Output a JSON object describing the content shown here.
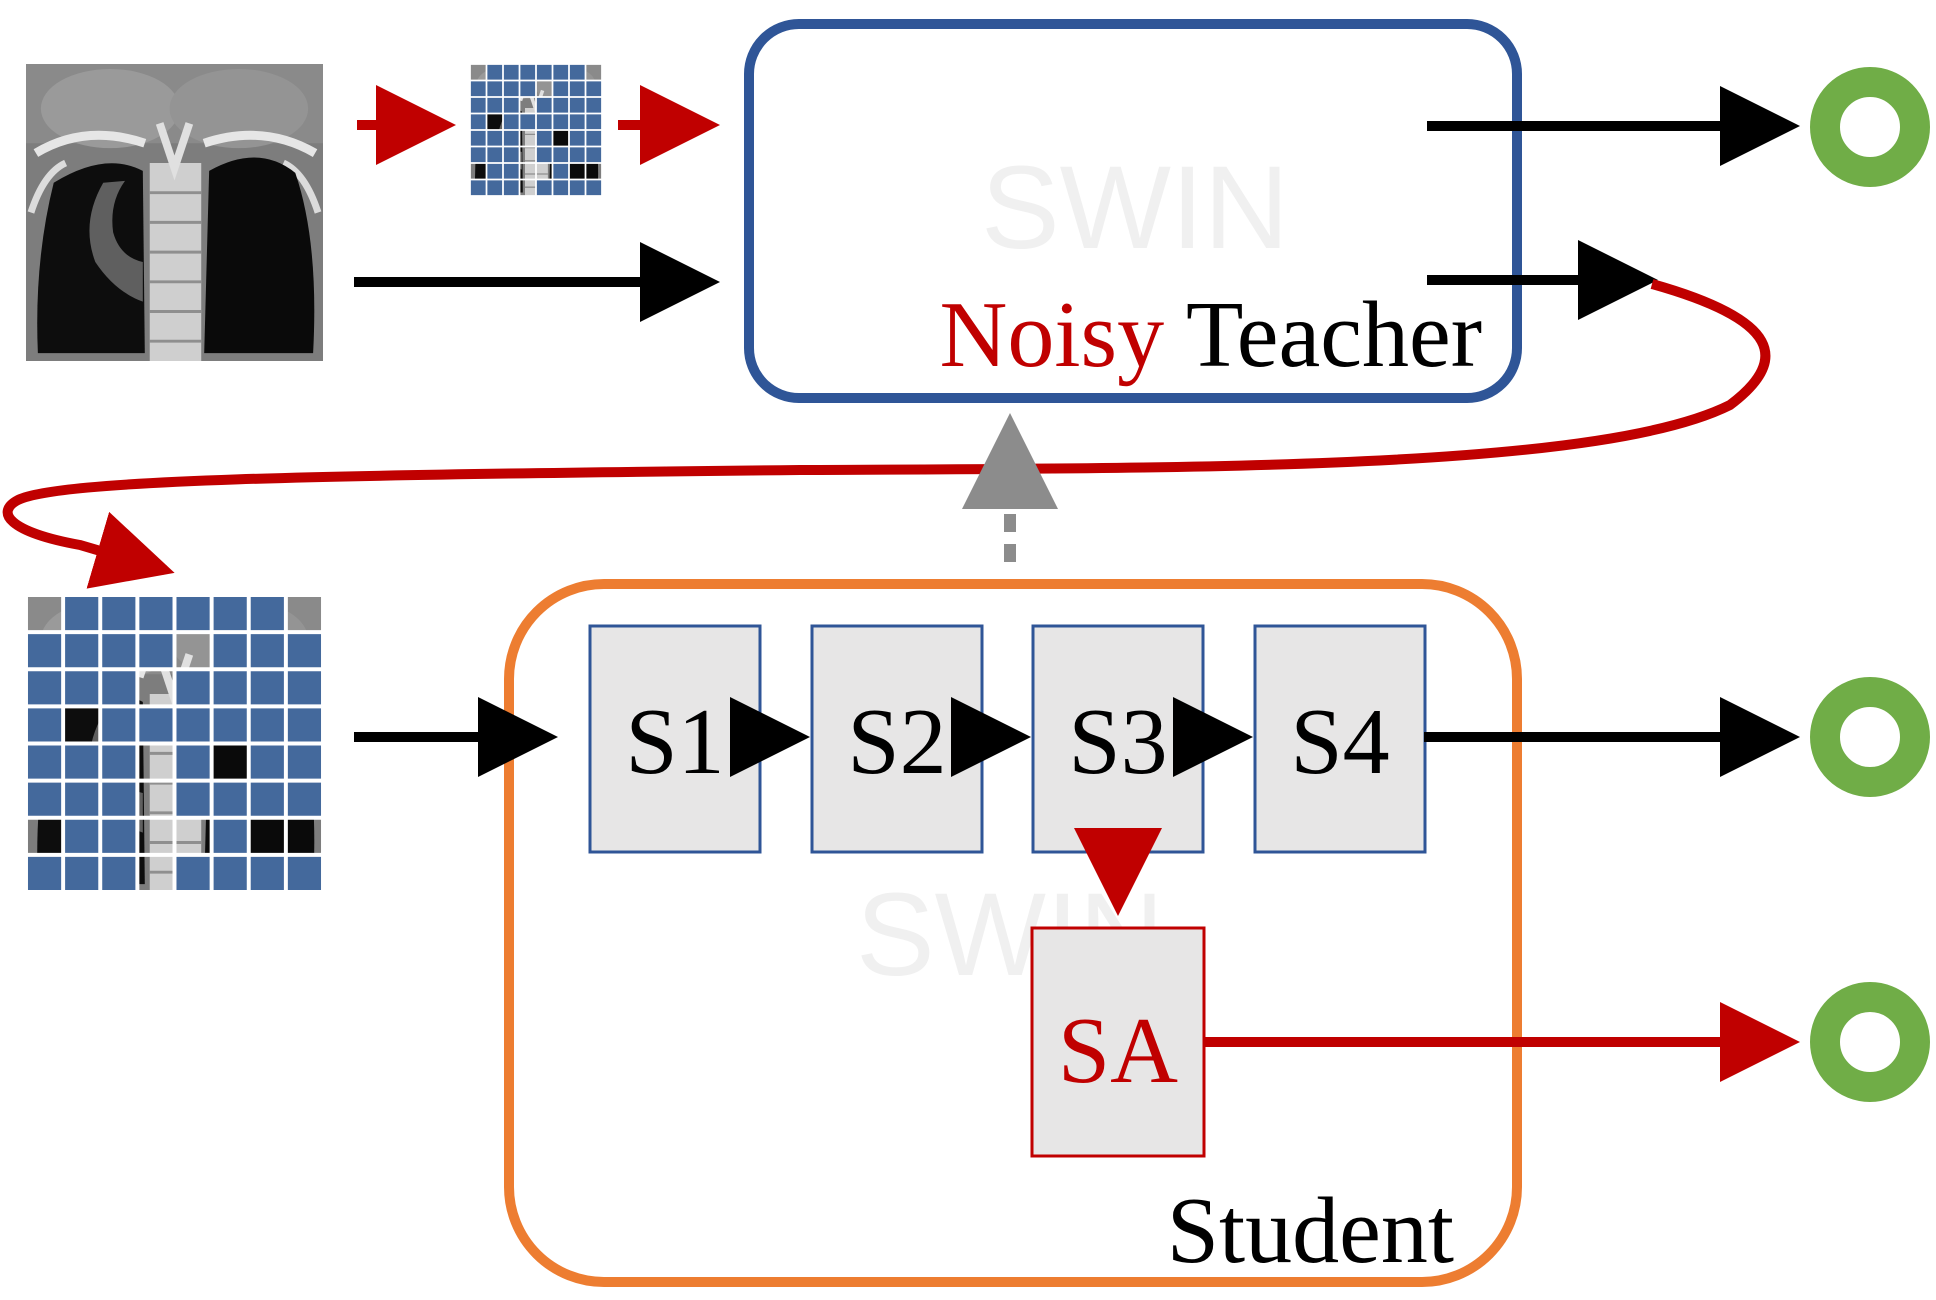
{
  "teacher": {
    "watermark": "SWIN",
    "label_prefix": "Noisy",
    "label_suffix": "Teacher"
  },
  "student": {
    "watermark": "SWIN",
    "label": "Student",
    "stages": [
      "S1",
      "S2",
      "S3",
      "S4"
    ],
    "auxiliary": "SA"
  },
  "colors": {
    "teacher_border": "#2f5597",
    "student_border": "#ed7d31",
    "red": "#c00000",
    "black": "#000000",
    "ema_arrow": "#8c8c8c",
    "output_ring": "#70ad47",
    "stage_fill": "#e7e6e6",
    "stage_border": "#2f5597",
    "mask_patch": "#44699c"
  },
  "icons": {
    "input_image": "ct-scan-image",
    "masked_small": "masked-ct-thumbnail",
    "masked_large": "masked-ct-image",
    "output": "output-ring-icon"
  }
}
